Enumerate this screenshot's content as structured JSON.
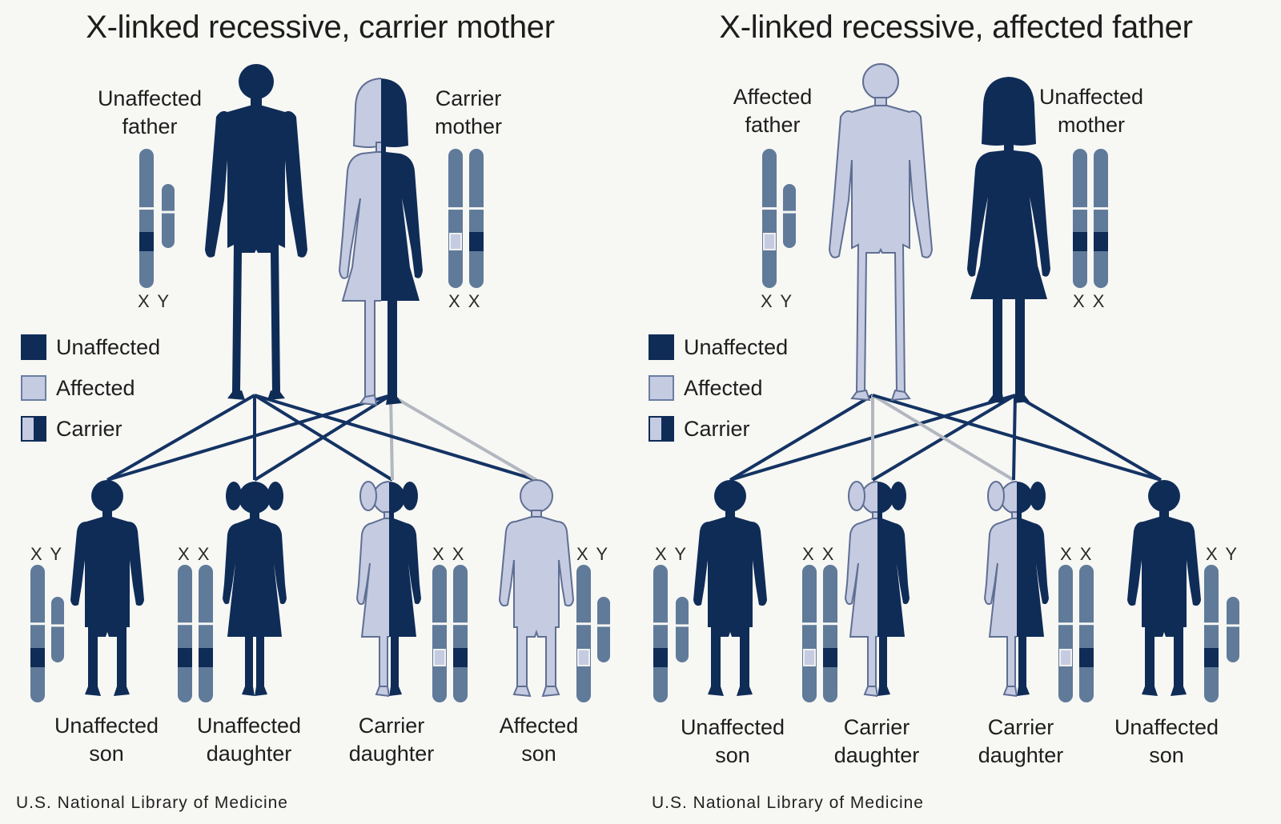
{
  "panels": [
    {
      "title": "X-linked recessive, carrier mother",
      "parent_labels": [
        {
          "line1": "Unaffected",
          "line2": "father"
        },
        {
          "line1": "Carrier",
          "line2": "mother"
        }
      ],
      "parent_chromosome_labels": [
        "X Y",
        "X X"
      ],
      "legend": [
        "Unaffected",
        "Affected",
        "Carrier"
      ],
      "children": [
        {
          "line1": "Unaffected",
          "line2": "son",
          "chrom": "X Y"
        },
        {
          "line1": "Unaffected",
          "line2": "daughter",
          "chrom": "X X"
        },
        {
          "line1": "Carrier",
          "line2": "daughter",
          "chrom": "X X"
        },
        {
          "line1": "Affected",
          "line2": "son",
          "chrom": "X Y"
        }
      ],
      "credit": "U.S. National Library of Medicine"
    },
    {
      "title": "X-linked recessive, affected father",
      "parent_labels": [
        {
          "line1": "Affected",
          "line2": "father"
        },
        {
          "line1": "Unaffected",
          "line2": "mother"
        }
      ],
      "parent_chromosome_labels": [
        "X Y",
        "X X"
      ],
      "legend": [
        "Unaffected",
        "Affected",
        "Carrier"
      ],
      "children": [
        {
          "line1": "Unaffected",
          "line2": "son",
          "chrom": "X Y"
        },
        {
          "line1": "Carrier",
          "line2": "daughter",
          "chrom": "X X"
        },
        {
          "line1": "Carrier",
          "line2": "daughter",
          "chrom": "X X"
        },
        {
          "line1": "Unaffected",
          "line2": "son",
          "chrom": "X Y"
        }
      ],
      "credit": "U.S. National Library of Medicine"
    }
  ],
  "colors": {
    "unaffected": "#0f2c57",
    "affected": "#c5cbe1",
    "chromosome": "#607a99",
    "line_dark": "#143363",
    "line_light": "#b3b7c0"
  }
}
